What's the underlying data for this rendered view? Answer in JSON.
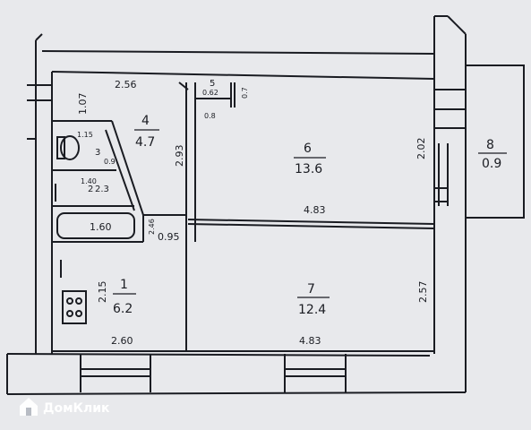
{
  "rooms": [
    {
      "number": "1",
      "area": "6.2"
    },
    {
      "number": "4",
      "area": "4.7"
    },
    {
      "number": "6",
      "area": "13.6"
    },
    {
      "number": "7",
      "area": "12.4"
    },
    {
      "number": "8",
      "area": "0.9"
    }
  ],
  "small_rooms": [
    {
      "number": "3",
      "area": "0.9"
    },
    {
      "number": "2",
      "area": "2.3"
    },
    {
      "number": "5",
      "area": "0.62"
    }
  ],
  "dimensions": [
    "2.60",
    "4.83",
    "4.83",
    "2.15",
    "2.57",
    "2.02",
    "2.56",
    "1.07",
    "2.93",
    "1.60",
    "0.95",
    "2.46",
    "1.15",
    "1.40",
    "0.7",
    "0.8"
  ],
  "watermark": {
    "logo": "house-logo",
    "brand": "ДомКлик"
  },
  "colors": {
    "paper": "#e8e9ec",
    "ink": "#1a1c22",
    "watermark": "#ffffff"
  }
}
